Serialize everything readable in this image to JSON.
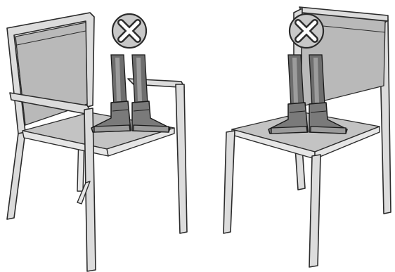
{
  "illustration": {
    "panels": [
      {
        "chair": "armchair",
        "warning": "do-not-stand-on-seat"
      },
      {
        "chair": "side-chair",
        "warning": "do-not-stand-on-seat"
      }
    ],
    "colors": {
      "frame": "#dcdcdc",
      "fabric": "#b9b9b9",
      "outline": "#2b2b2b",
      "boot": "#7a7a7a",
      "warning_symbol": "#c8c8c8"
    },
    "icons": [
      "prohibition-x-icon",
      "boots-icon"
    ]
  }
}
